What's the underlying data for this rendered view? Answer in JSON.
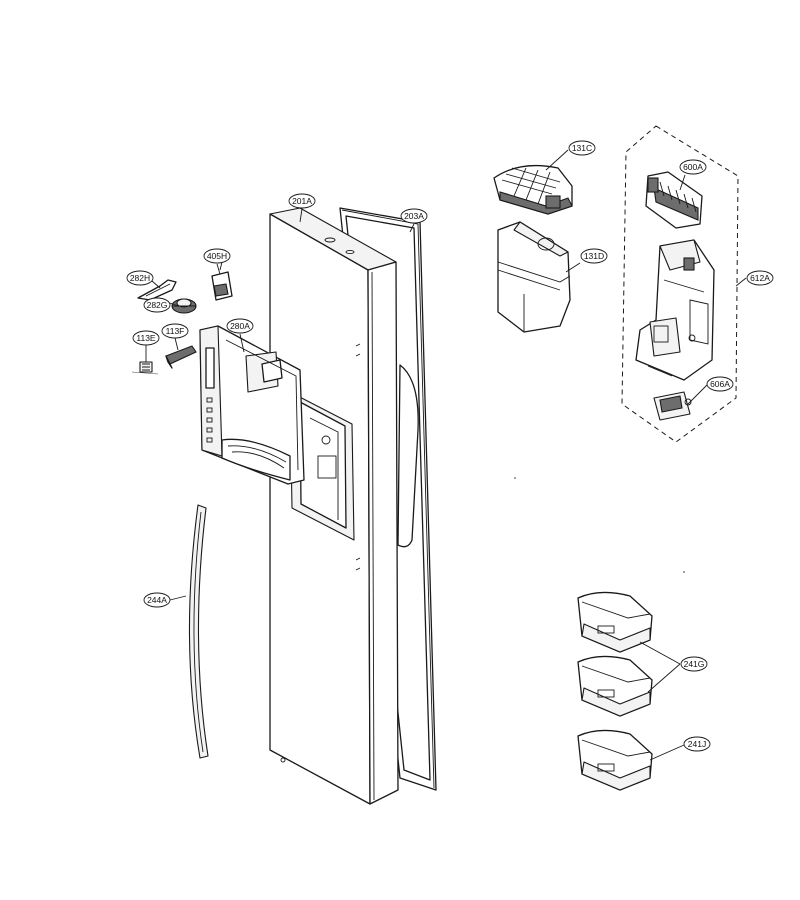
{
  "callouts": [
    {
      "id": "c201a",
      "label": "201A"
    },
    {
      "id": "c203a",
      "label": "203A"
    },
    {
      "id": "c282h",
      "label": "282H"
    },
    {
      "id": "c282g",
      "label": "282G"
    },
    {
      "id": "c405h",
      "label": "405H"
    },
    {
      "id": "c113e",
      "label": "113E"
    },
    {
      "id": "c113f",
      "label": "113F"
    },
    {
      "id": "c280a",
      "label": "280A"
    },
    {
      "id": "c244a",
      "label": "244A"
    },
    {
      "id": "c131c",
      "label": "131C"
    },
    {
      "id": "c131d",
      "label": "131D"
    },
    {
      "id": "c600a",
      "label": "600A"
    },
    {
      "id": "c612a",
      "label": "612A"
    },
    {
      "id": "c606a",
      "label": "606A"
    },
    {
      "id": "c241g",
      "label": "241G"
    },
    {
      "id": "c241j",
      "label": "241J"
    }
  ]
}
